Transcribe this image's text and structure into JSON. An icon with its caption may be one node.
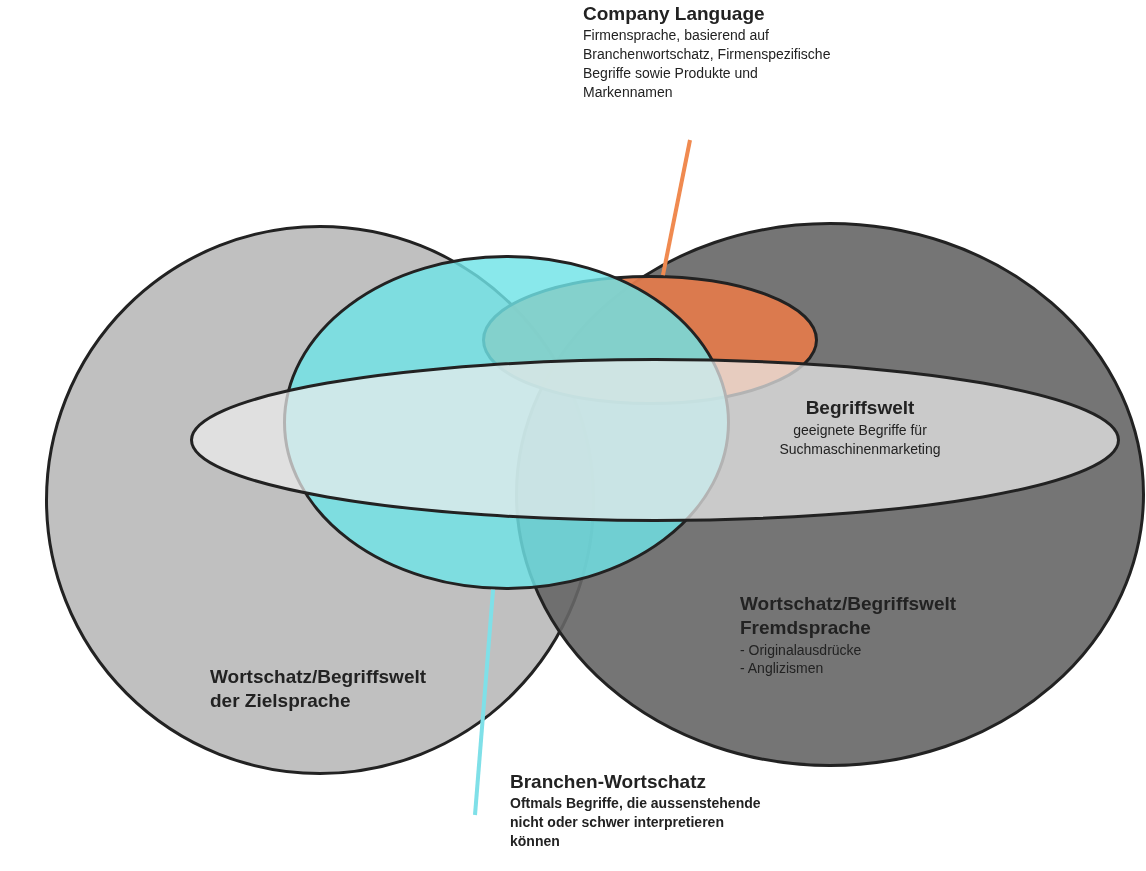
{
  "diagram": {
    "nodes": [
      {
        "text": [
          "Company Language",
          "Firmensprache, basierend auf Branchenwortschatz, Firmenspezifische Begriffe sowie Produkte und Markennamen"
        ]
      },
      {
        "text": [
          "Wortschatz/Begriffswelt der Zielsprache"
        ]
      },
      {
        "text": [
          "Wortschatz/Begriffswelt Fremdsprache",
          "- Originalausdrücke",
          "- Anglizismen"
        ]
      },
      {
        "text": [],
        "shape": "ellipse"
      },
      {
        "text": [],
        "shape": "ellipse"
      },
      {
        "text": [
          "Begriffswelt",
          "geeignete Begriffe für Suchmaschinenmarketing"
        ]
      },
      {
        "text": [
          "Branchen-Wortschatz",
          "Oftmals Begriffe, die aussenstehende nicht oder schwer interpretieren können"
        ]
      }
    ],
    "edges": [
      {
        "from": 0,
        "to": 3,
        "arrow": "none",
        "color": "#f08a50"
      },
      {
        "from": 6,
        "to": 4,
        "arrow": "none",
        "color": "#7fe0e8"
      }
    ]
  }
}
